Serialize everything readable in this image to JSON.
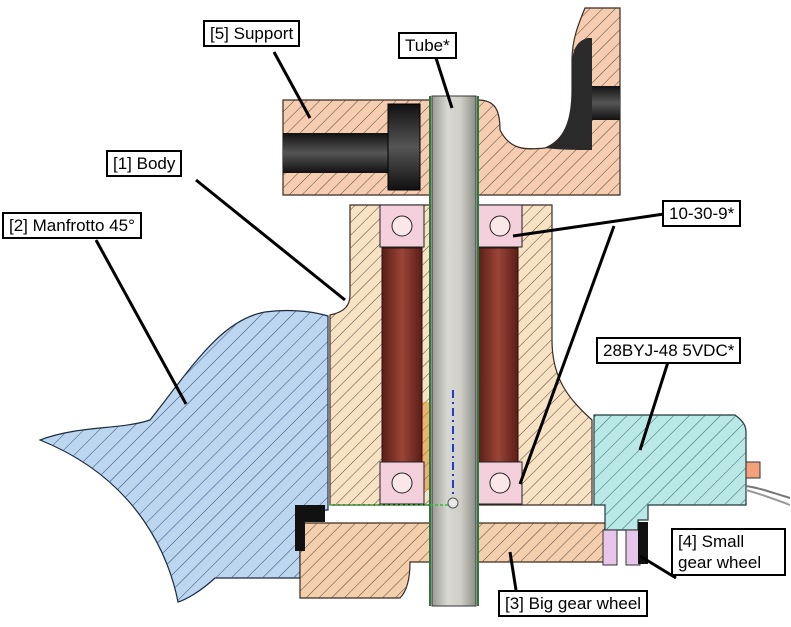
{
  "labels": {
    "support": "[5] Support",
    "tube": "Tube*",
    "body": "[1] Body",
    "manfrotto": "[2] Manfrotto 45°",
    "bearing": "10-30-9*",
    "motor": "28BYJ-48 5VDC*",
    "small_gear_line1": "[4] Small",
    "small_gear_line2": "gear wheel",
    "big_gear": "[3] Big gear wheel"
  },
  "colors": {
    "support_fill": "#f6cdb0",
    "body_fill": "#f7e2c4",
    "manfrotto_fill": "#bcd6f0",
    "motor_fill": "#b9e8e6",
    "gear_fill": "#f4cfae",
    "tube_fill": "#c9c9c3",
    "magnet_fill": "#8a3a30",
    "hatch": "#4a3a30",
    "bolt_fill": "#222222",
    "orange_overlay": "#e08a2a",
    "small_gear_fill": "#e8c6ec",
    "axis_line": "#2a3ad0",
    "green_line": "#3ab83a"
  }
}
